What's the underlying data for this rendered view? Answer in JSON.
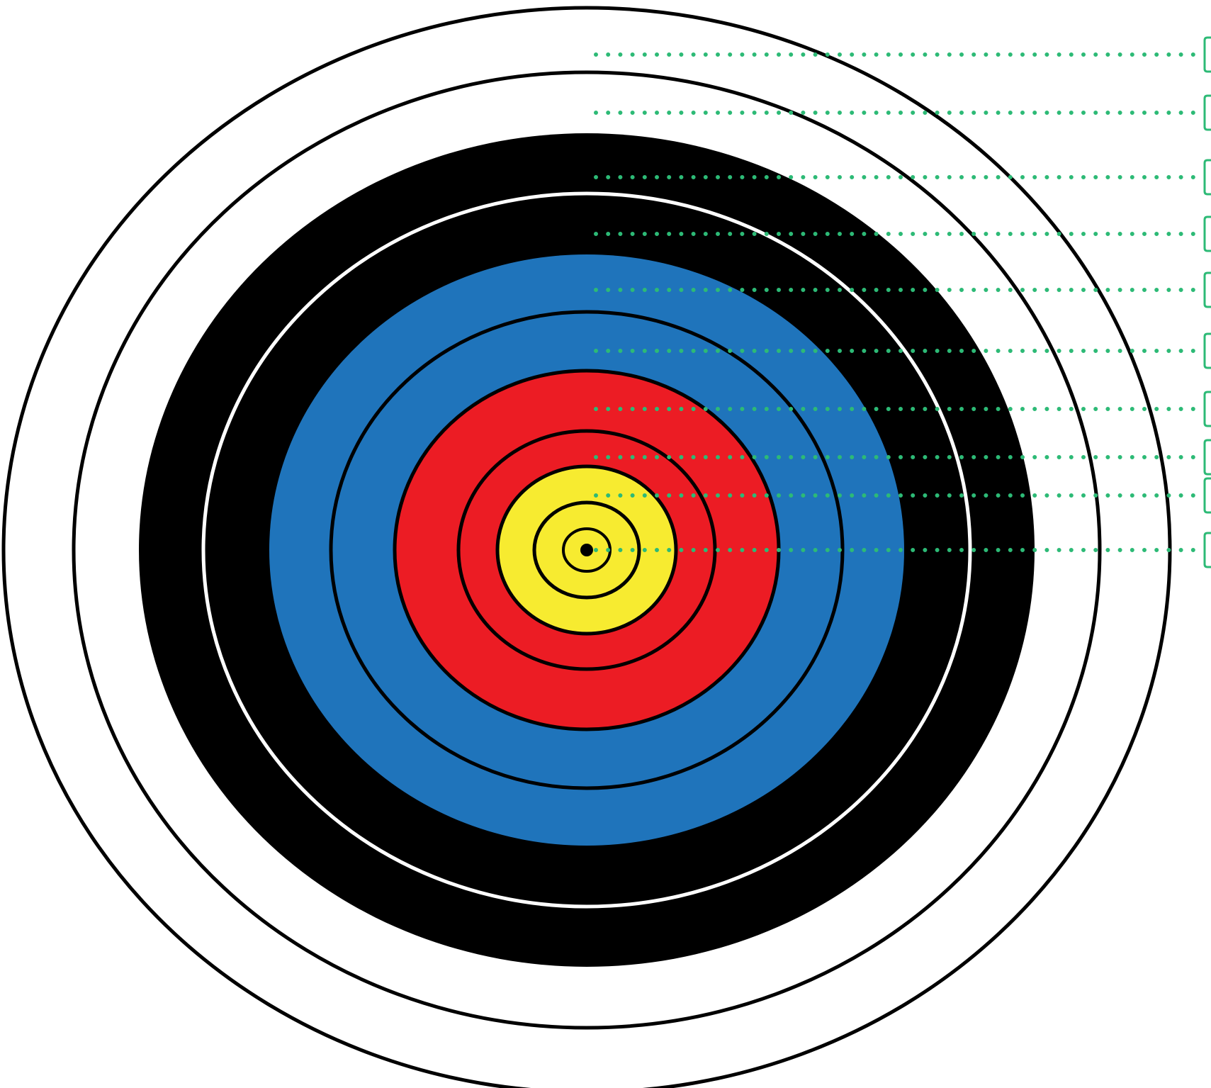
{
  "colors": {
    "white": "#ffffff",
    "black": "#000000",
    "blue": "#1f74bb",
    "red": "#ec1c24",
    "yellow": "#f7eb30",
    "leader": "#2dba76"
  },
  "target": {
    "rings": [
      "white",
      "white",
      "black",
      "black",
      "blue",
      "blue",
      "red",
      "red",
      "yellow",
      "yellow",
      "yellow"
    ],
    "leader_count": 10
  }
}
